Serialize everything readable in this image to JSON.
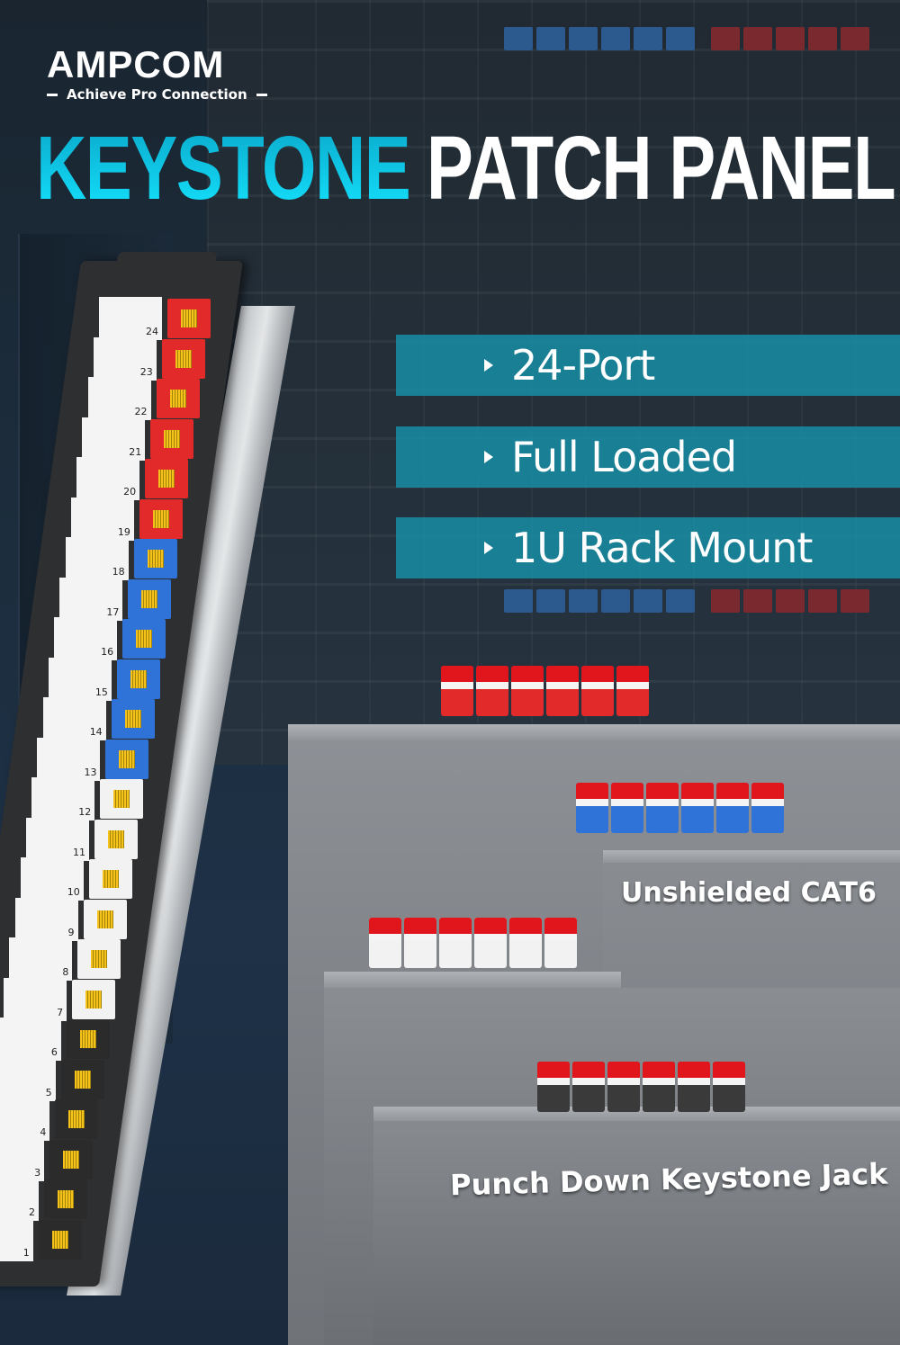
{
  "brand": {
    "name": "AMPCOM",
    "tagline": "Achieve Pro Connection"
  },
  "headline": {
    "part1": "KEYSTONE",
    "part2": "PATCH PANEL",
    "accent_color": "#14D8F5"
  },
  "features": [
    {
      "icon": "triangle-bullet-icon",
      "label": "24-Port"
    },
    {
      "icon": "triangle-bullet-icon",
      "label": "Full Loaded"
    },
    {
      "icon": "triangle-bullet-icon",
      "label": "1U Rack Mount"
    }
  ],
  "product": {
    "ports": [
      {
        "num": "24",
        "color": "#E32A2A"
      },
      {
        "num": "23",
        "color": "#E32A2A"
      },
      {
        "num": "22",
        "color": "#E32A2A"
      },
      {
        "num": "21",
        "color": "#E32A2A"
      },
      {
        "num": "20",
        "color": "#E32A2A"
      },
      {
        "num": "19",
        "color": "#E32A2A"
      },
      {
        "num": "18",
        "color": "#2F72D8"
      },
      {
        "num": "17",
        "color": "#2F72D8"
      },
      {
        "num": "16",
        "color": "#2F72D8"
      },
      {
        "num": "15",
        "color": "#2F72D8"
      },
      {
        "num": "14",
        "color": "#2F72D8"
      },
      {
        "num": "13",
        "color": "#2F72D8"
      },
      {
        "num": "12",
        "color": "#F2F2F2"
      },
      {
        "num": "11",
        "color": "#F2F2F2"
      },
      {
        "num": "10",
        "color": "#F2F2F2"
      },
      {
        "num": "9",
        "color": "#F2F2F2"
      },
      {
        "num": "8",
        "color": "#F2F2F2"
      },
      {
        "num": "7",
        "color": "#F2F2F2"
      },
      {
        "num": "6",
        "color": "#2B2B2B"
      },
      {
        "num": "5",
        "color": "#2B2B2B"
      },
      {
        "num": "4",
        "color": "#2B2B2B"
      },
      {
        "num": "3",
        "color": "#2B2B2B"
      },
      {
        "num": "2",
        "color": "#2B2B2B"
      },
      {
        "num": "1",
        "color": "#2B2B2B"
      }
    ],
    "jack_colors": [
      "#E32A2A",
      "#2F72D8",
      "#F2F2F2",
      "#3A3A3A"
    ]
  },
  "captions": {
    "cat6": "Unshielded CAT6",
    "jack": "Punch Down Keystone Jack"
  }
}
